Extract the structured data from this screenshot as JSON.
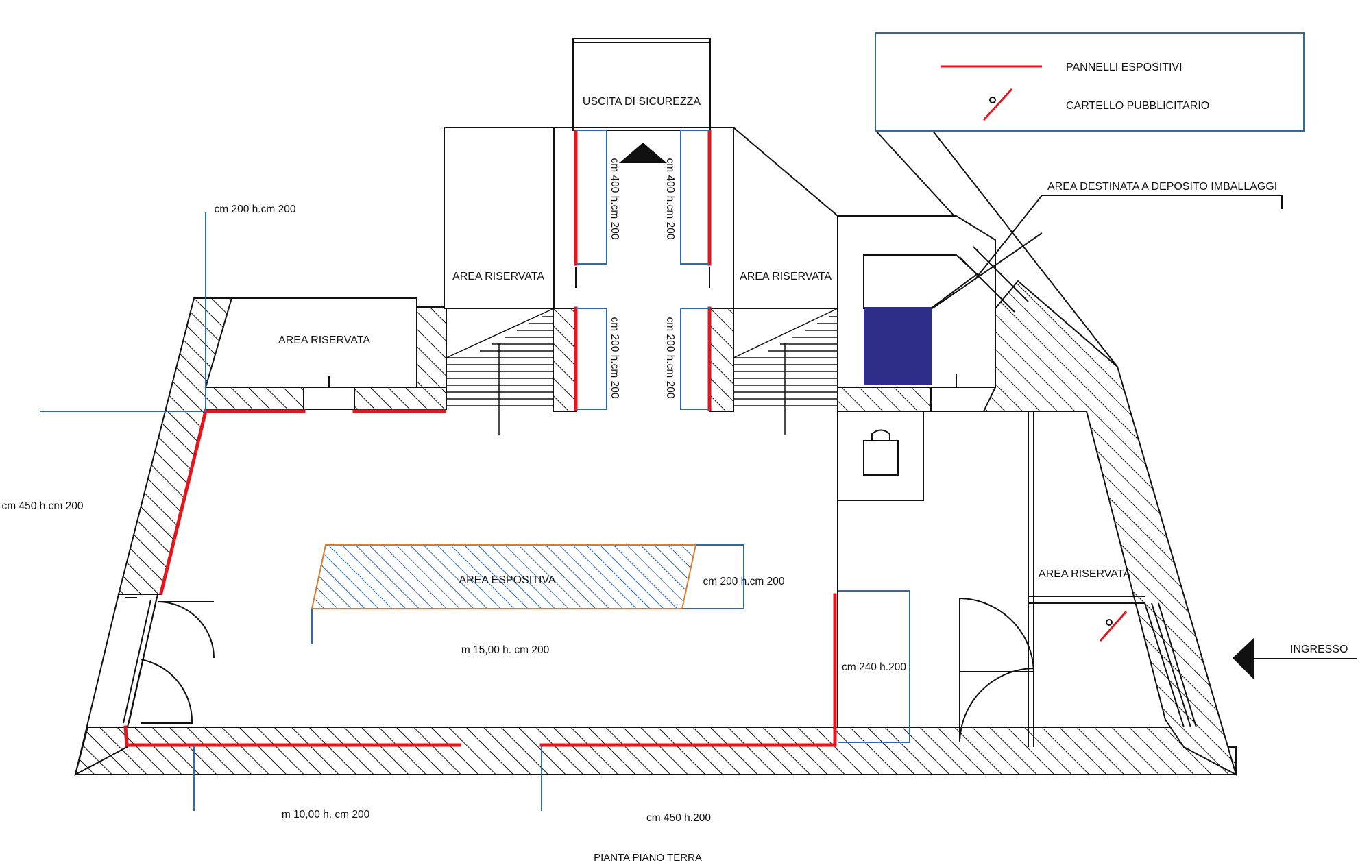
{
  "legend": {
    "panels_label": "PANNELLI ESPOSITIVI",
    "billboard_label": "CARTELLO PUBBLICITARIO"
  },
  "rooms": {
    "emergency_exit": "USCITA DI SICUREZZA",
    "reserved_left": "AREA RISERVATA",
    "reserved_center_left": "AREA RISERVATA",
    "reserved_center_right": "AREA RISERVATA",
    "reserved_right": "AREA RISERVATA",
    "exhibition_area": "AREA ESPOSITIVA",
    "packaging_depot": "AREA DESTINATA A DEPOSITO IMBALLAGGI",
    "entrance": "INGRESSO"
  },
  "dimensions": {
    "top_left_wall": "cm 200 h.cm 200",
    "left_wall": "cm 450 h.cm 200",
    "corridor_upper_left": "cm 400 h.cm 200",
    "corridor_upper_right": "cm 400 h.cm 200",
    "corridor_lower_left": "cm 200 h.cm 200",
    "corridor_lower_right": "cm 200 h.cm 200",
    "exhibition_depth": "cm 200 h.cm 200",
    "exhibition_length": "m 15,00 h. cm 200",
    "partition": "cm 240 h.200",
    "bottom_left_wall": "m 10,00 h. cm 200",
    "bottom_right_wall": "cm 450 h.200"
  },
  "title": "PIANTA PIANO TERRA",
  "colors": {
    "panel": "#e8141c",
    "dimension": "#2b6cb0",
    "legend_border": "#2b6cb0",
    "depot_fill": "#2e2e8a",
    "exhibition_outline": "#e07a2a",
    "exhibition_hatch": "#2b6cb0",
    "wall": "#111111"
  }
}
